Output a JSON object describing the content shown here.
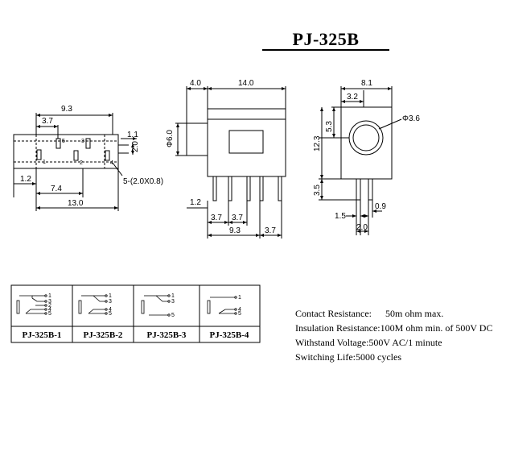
{
  "title": "PJ-325B",
  "side_view": {
    "dims": [
      "9.3",
      "3.7",
      "1.1",
      "2.0",
      "1.2",
      "7.4",
      "13.0",
      "5-(2.0X0.8)"
    ],
    "pins": [
      "5",
      "3",
      "1",
      "2",
      "4"
    ]
  },
  "front_view": {
    "dims": [
      "4.0",
      "14.0",
      "Φ6.0",
      "1.2",
      "3.7",
      "3.7",
      "9.3",
      "3.7"
    ]
  },
  "end_view": {
    "dims": [
      "8.1",
      "3.2",
      "5.3",
      "Φ3.6",
      "12.3",
      "3.5",
      "1.5",
      "0.9",
      "2.0"
    ]
  },
  "variants": [
    {
      "label": "PJ-325B-1",
      "pins": [
        "1",
        "3",
        "2",
        "4",
        "5"
      ]
    },
    {
      "label": "PJ-325B-2",
      "pins": [
        "1",
        "3",
        "4",
        "5"
      ]
    },
    {
      "label": "PJ-325B-3",
      "pins": [
        "1",
        "3",
        "5"
      ]
    },
    {
      "label": "PJ-325B-4",
      "pins": [
        "1",
        "4",
        "5"
      ]
    }
  ],
  "specs": [
    {
      "label": "Contact Resistance:",
      "value": "50m ohm max."
    },
    {
      "label": "Insulation Resistance:",
      "value": "100M ohm min. of 500V DC"
    },
    {
      "label": "Withstand Voltage:",
      "value": "500V AC/1 minute"
    },
    {
      "label": "Switching Life:",
      "value": "5000 cycles"
    }
  ],
  "colors": {
    "line": "#000000",
    "background": "#ffffff"
  }
}
